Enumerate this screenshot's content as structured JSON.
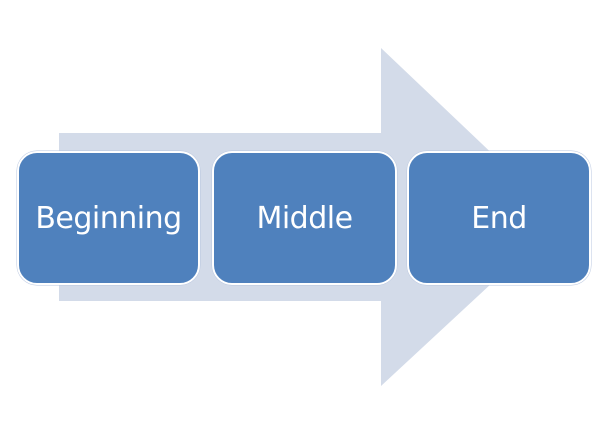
{
  "diagram": {
    "steps": [
      {
        "label": "Beginning"
      },
      {
        "label": "Middle"
      },
      {
        "label": "End"
      }
    ]
  },
  "colors": {
    "arrow": "#d3dbe9",
    "step_fill": "#4f81bd",
    "step_border": "#ffffff",
    "step_text": "#ffffff"
  }
}
